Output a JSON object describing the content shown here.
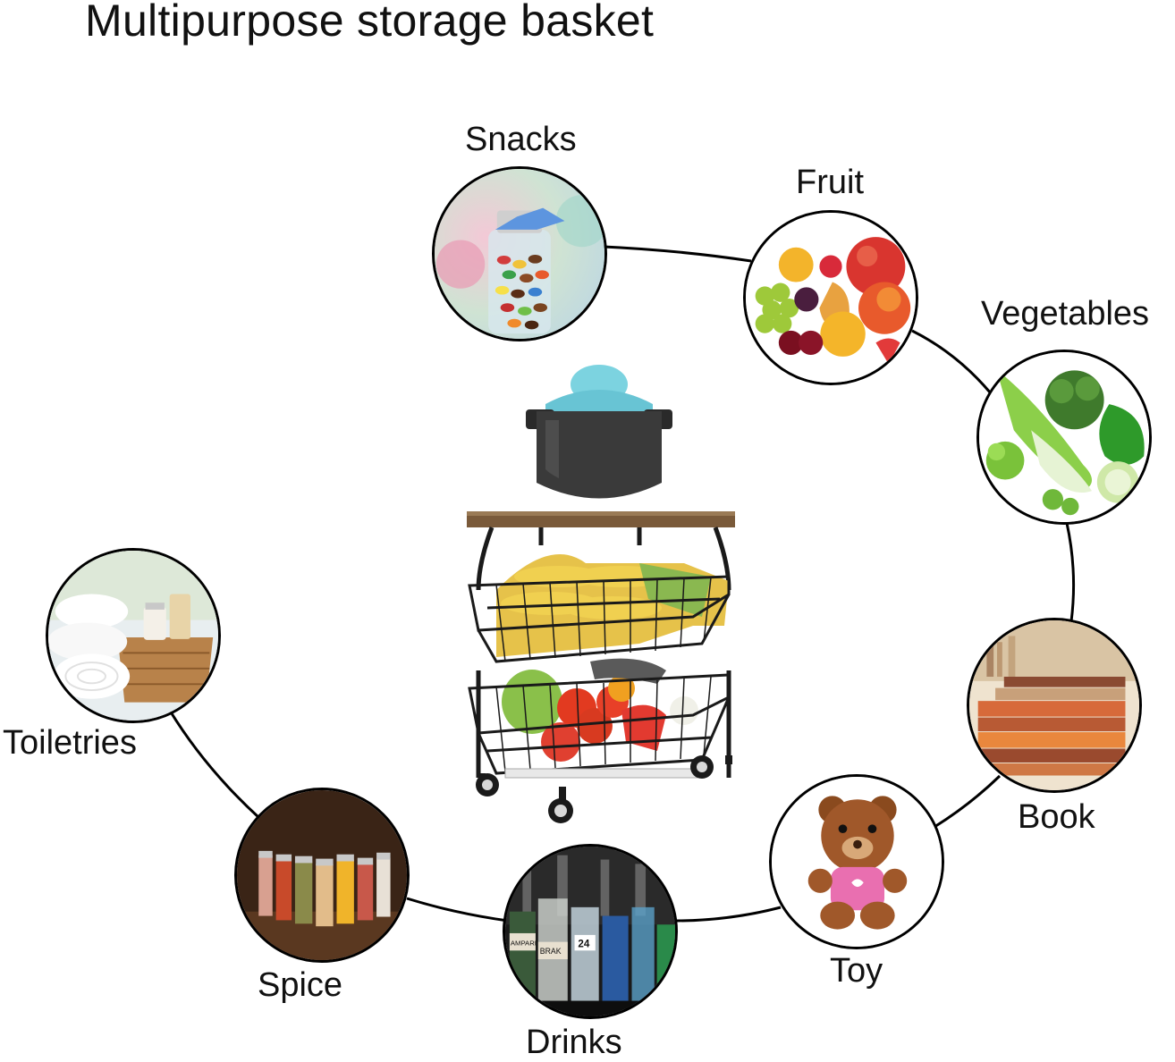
{
  "title": "Multipurpose storage basket",
  "categories": {
    "snacks": "Snacks",
    "fruit": "Fruit",
    "vegetables": "Vegetables",
    "book": "Book",
    "toy": "Toy",
    "drinks": "Drinks",
    "spice": "Spice",
    "toiletries": "Toiletries"
  },
  "drinks_bottle_text": {
    "number": "24",
    "brand_a": "AMPARI",
    "brand_b": "BRAK"
  }
}
